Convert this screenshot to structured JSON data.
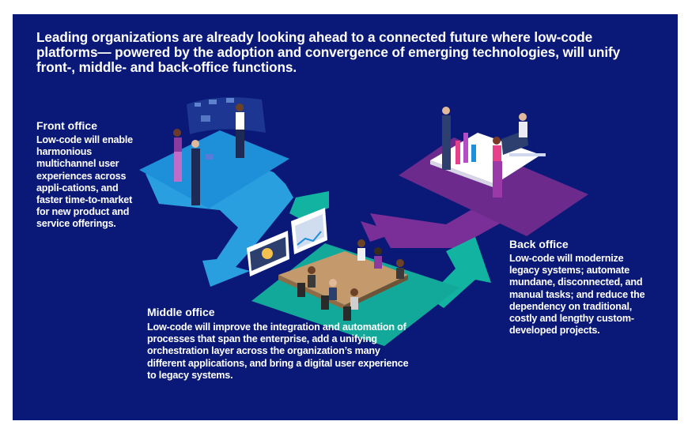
{
  "headline": "Leading organizations are already looking ahead to a connected future where low-code platforms— powered by the adoption and convergence of emerging technologies, will unify front-, middle- and back-office functions.",
  "front_office": {
    "title": "Front office",
    "body": "Low-code will enable harmonious multichannel user experiences across appli-cations, and faster time-to-market for new product and service offerings."
  },
  "middle_office": {
    "title": "Middle office",
    "body": "Low-code will improve the integration and automation of processes that span the enterprise, add a unifying orchestration layer across the organization’s many different applications, and bring a digital user experience to legacy systems."
  },
  "back_office": {
    "title": "Back office",
    "body": "Low-code will modernize legacy systems; automate mundane, disconnected, and manual tasks; and reduce the dependency on traditional, costly and lengthy custom-developed projects."
  },
  "colors": {
    "background": "#0a1978",
    "front_platform": "#1e8fd9",
    "middle_platform": "#12a99a",
    "back_platform": "#6b2a8c",
    "arrow_front": "#2a9fe0",
    "arrow_teal": "#13b3a2",
    "arrow_purple": "#7a2e98"
  }
}
